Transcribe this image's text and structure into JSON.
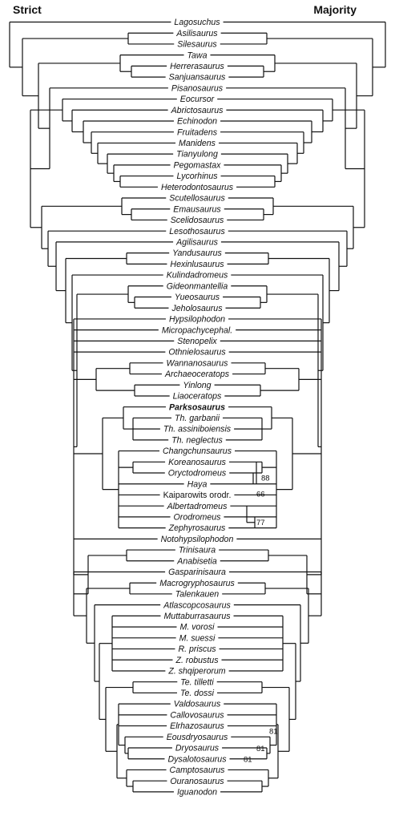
{
  "headers": {
    "left": "Strict",
    "right": "Majority"
  },
  "taxa": [
    {
      "name": "Lagosuchus"
    },
    {
      "name": "Asilisaurus"
    },
    {
      "name": "Silesaurus"
    },
    {
      "name": "Tawa"
    },
    {
      "name": "Herrerasaurus"
    },
    {
      "name": "Sanjuansaurus"
    },
    {
      "name": "Pisanosaurus"
    },
    {
      "name": "Eocursor"
    },
    {
      "name": "Abrictosaurus"
    },
    {
      "name": "Echinodon"
    },
    {
      "name": "Fruitadens"
    },
    {
      "name": "Manidens"
    },
    {
      "name": "Tianyulong"
    },
    {
      "name": "Pegomastax"
    },
    {
      "name": "Lycorhinus"
    },
    {
      "name": "Heterodontosaurus"
    },
    {
      "name": "Scutellosaurus"
    },
    {
      "name": "Emausaurus"
    },
    {
      "name": "Scelidosaurus"
    },
    {
      "name": "Lesothosaurus"
    },
    {
      "name": "Agilisaurus"
    },
    {
      "name": "Yandusaurus"
    },
    {
      "name": "Hexinlusaurus"
    },
    {
      "name": "Kulindadromeus"
    },
    {
      "name": "Gideonmantellia"
    },
    {
      "name": "Yueosaurus"
    },
    {
      "name": "Jeholosaurus"
    },
    {
      "name": "Hypsilophodon"
    },
    {
      "name": "Micropachycephal."
    },
    {
      "name": "Stenopelix"
    },
    {
      "name": "Othnielosaurus"
    },
    {
      "name": "Wannanosaurus"
    },
    {
      "name": "Archaeoceratops"
    },
    {
      "name": "Yinlong"
    },
    {
      "name": "Liaoceratops"
    },
    {
      "name": "Parksosaurus",
      "bold": true
    },
    {
      "name": "Th. garbanii"
    },
    {
      "name": "Th. assiniboiensis"
    },
    {
      "name": "Th. neglectus"
    },
    {
      "name": "Changchunsaurus"
    },
    {
      "name": "Koreanosaurus"
    },
    {
      "name": "Oryctodromeus"
    },
    {
      "name": "Haya"
    },
    {
      "name": "Kaiparowits orodr.",
      "upright": true
    },
    {
      "name": "Albertadromeus"
    },
    {
      "name": "Orodromeus"
    },
    {
      "name": "Zephyrosaurus"
    },
    {
      "name": "Notohypsilophodon"
    },
    {
      "name": "Trinisaura"
    },
    {
      "name": "Anabisetia"
    },
    {
      "name": "Gasparinisaura"
    },
    {
      "name": "Macrogryphosaurus"
    },
    {
      "name": "Talenkauen"
    },
    {
      "name": "Atlascopcosaurus"
    },
    {
      "name": "Muttaburrasaurus"
    },
    {
      "name": "M. vorosi"
    },
    {
      "name": "M. suessi"
    },
    {
      "name": "R. priscus"
    },
    {
      "name": "Z. robustus"
    },
    {
      "name": "Z. shqiperorum"
    },
    {
      "name": "Te. tilletti"
    },
    {
      "name": "Te. dossi"
    },
    {
      "name": "Valdosaurus"
    },
    {
      "name": "Callovosaurus"
    },
    {
      "name": "Elrhazosaurus"
    },
    {
      "name": "Eousdryosaurus"
    },
    {
      "name": "Dryosaurus"
    },
    {
      "name": "Dysalotosaurus"
    },
    {
      "name": "Camptosaurus"
    },
    {
      "name": "Ouranosaurus"
    },
    {
      "name": "Iguanodon"
    }
  ],
  "support_values": [
    {
      "label": "88"
    },
    {
      "label": "66"
    },
    {
      "label": "77"
    },
    {
      "label": "81"
    },
    {
      "label": "81"
    },
    {
      "label": "81"
    }
  ]
}
